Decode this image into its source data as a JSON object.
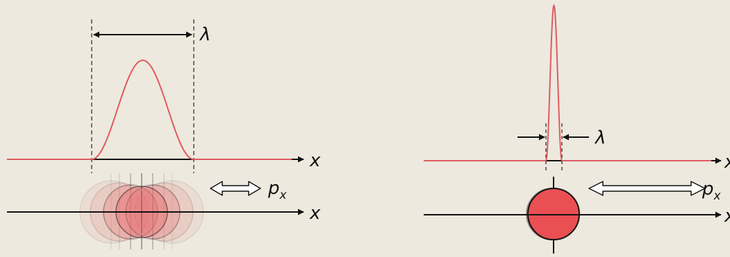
{
  "colors": {
    "background": "#ede9de",
    "wave": "#e05a5f",
    "particle_fill": "#ea4f53",
    "ink": "#111111"
  },
  "left_panel": {
    "wavelength_label": "λ",
    "wave_axis_label": "x",
    "particle_axis_label": "x",
    "momentum_label": "p",
    "momentum_subscript": "x"
  },
  "right_panel": {
    "wavelength_label": "λ",
    "wave_axis_label": "x",
    "particle_axis_label": "x",
    "momentum_label": "p",
    "momentum_subscript": "x"
  }
}
